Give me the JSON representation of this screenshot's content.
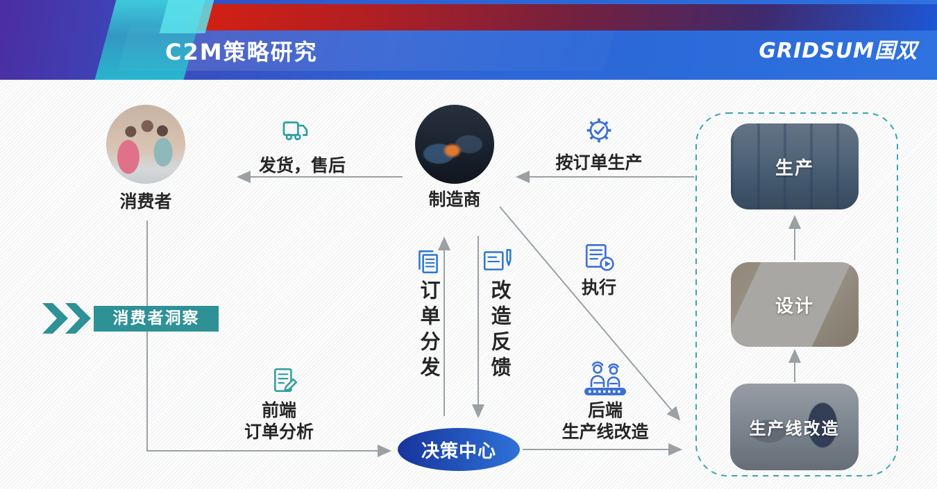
{
  "header": {
    "title": "C2M策略研究",
    "logo": "GRIDSUM国双"
  },
  "nodes": {
    "consumer": {
      "label": "消费者"
    },
    "manufacturer": {
      "label": "制造商"
    },
    "consumer_insight": {
      "label": "消费者洞察"
    },
    "decision_center": {
      "label": "决策中心"
    }
  },
  "flows": {
    "shipping": {
      "label": "发货，售后",
      "icon": "truck-icon"
    },
    "produce_by_order": {
      "label": "按订单生产",
      "icon": "gear-check-icon"
    },
    "order_distribution": {
      "label": "订单分发",
      "icon": "copy-document-icon"
    },
    "transformation_feedback": {
      "label": "改造反馈",
      "icon": "document-pen-icon"
    },
    "execution": {
      "label": "执行",
      "icon": "document-play-icon"
    },
    "frontend_order_analysis": {
      "line1": "前端",
      "line2": "订单分析",
      "icon": "document-pencil-icon"
    },
    "backend_line_transformation": {
      "line1": "后端",
      "line2": "生产线改造",
      "icon": "workers-icon"
    }
  },
  "gallery": {
    "production": {
      "label": "生产"
    },
    "design": {
      "label": "设计"
    },
    "line_transformation": {
      "label": "生产线改造"
    }
  },
  "colors": {
    "teal": "#2d9196",
    "icon_blue": "#3b6fd4",
    "connector_gray": "#9aa0a4",
    "ellipse_gradient_left": "#17349c",
    "ellipse_gradient_right": "#2e72d8",
    "header_red": "#d42012",
    "header_purple": "#4b2da2",
    "header_blue": "#2b6ad9",
    "header_cyan": "#3fd0de",
    "text_dark": "#262626"
  }
}
